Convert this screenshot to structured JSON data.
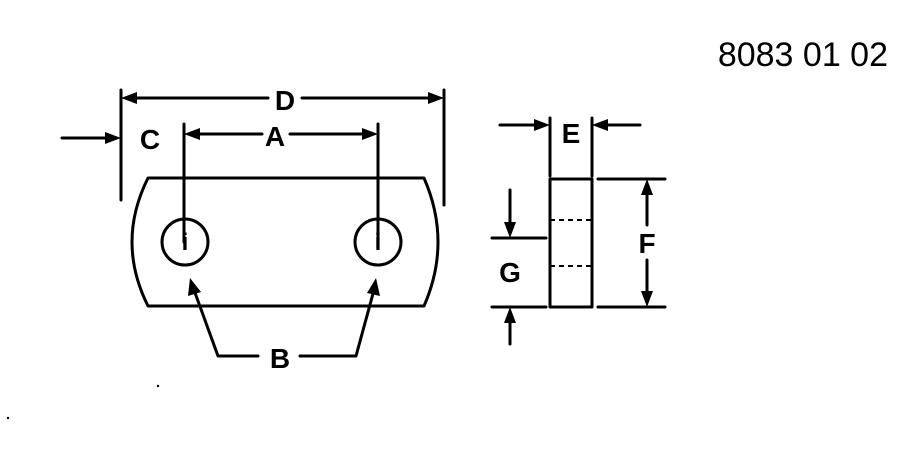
{
  "part_number": "8083 01 02",
  "dimensions": {
    "a": "A",
    "b": "B",
    "c": "C",
    "d": "D",
    "e": "E",
    "f": "F",
    "g": "G"
  },
  "hole_marks": [
    "i",
    "i"
  ]
}
